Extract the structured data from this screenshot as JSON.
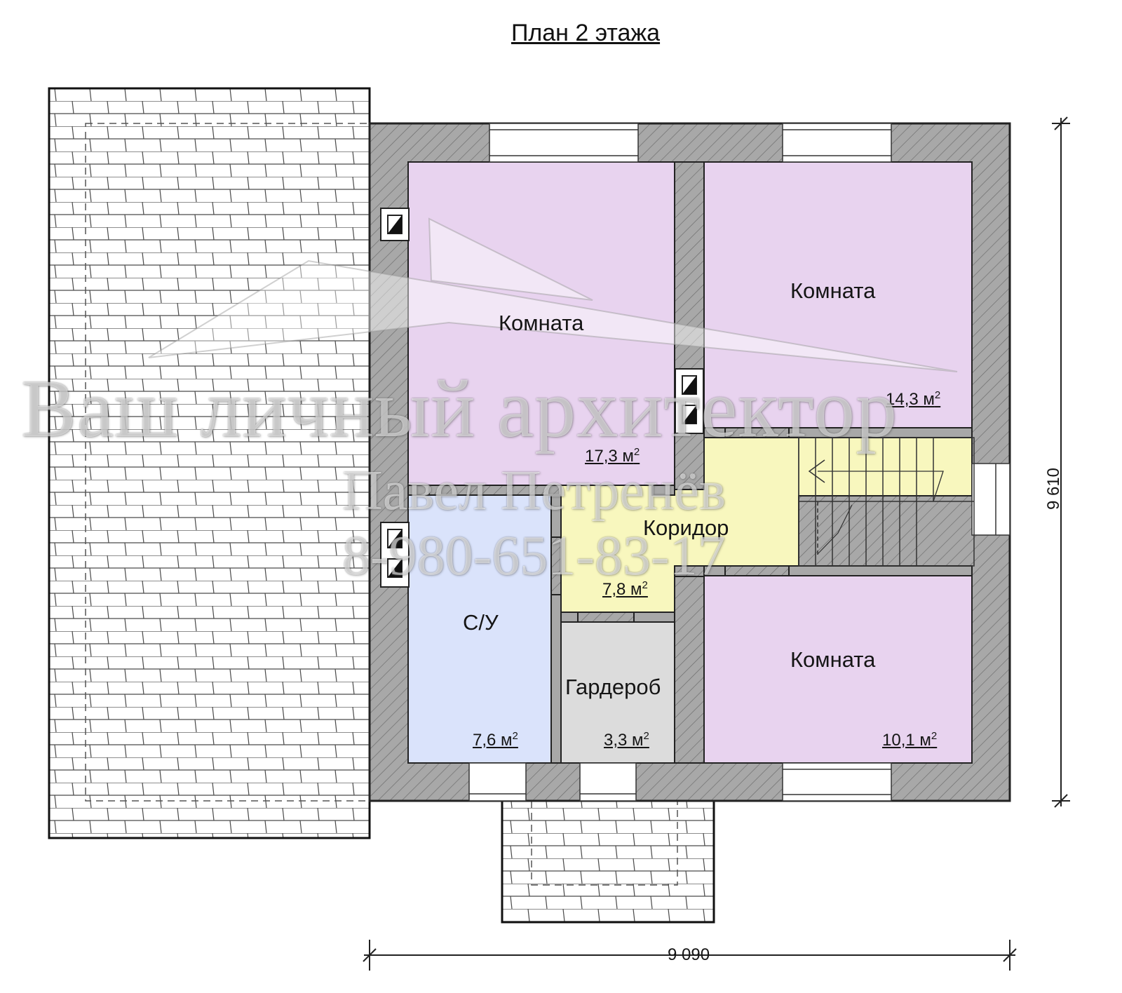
{
  "title": "План 2 этажа",
  "rooms": [
    {
      "id": "room-1",
      "label": "Комната",
      "area_value": "17,3 м",
      "area_sup": "2",
      "color": "#e8d3ef"
    },
    {
      "id": "room-2",
      "label": "Комната",
      "area_value": "14,3 м",
      "area_sup": "2",
      "color": "#e8d3ef"
    },
    {
      "id": "corridor",
      "label": "Коридор",
      "area_value": "7,8 м",
      "area_sup": "2",
      "color": "#f8f7be"
    },
    {
      "id": "bathroom",
      "label": "С/У",
      "area_value": "7,6 м",
      "area_sup": "2",
      "color": "#dae3fb"
    },
    {
      "id": "wardrobe",
      "label": "Гардероб",
      "area_value": "3,3 м",
      "area_sup": "2",
      "color": "#dcdcdc"
    },
    {
      "id": "room-3",
      "label": "Комната",
      "area_value": "10,1 м",
      "area_sup": "2",
      "color": "#e8d3ef"
    }
  ],
  "dimensions": {
    "width": "9 090",
    "height": "9 610"
  },
  "watermark": {
    "line1": "Ваш личный архитектор",
    "line2": "Павел Петренёв",
    "line3": "8-980-651-83-17"
  },
  "colors": {
    "wall": "#a6a6a6",
    "outline": "#222222"
  }
}
